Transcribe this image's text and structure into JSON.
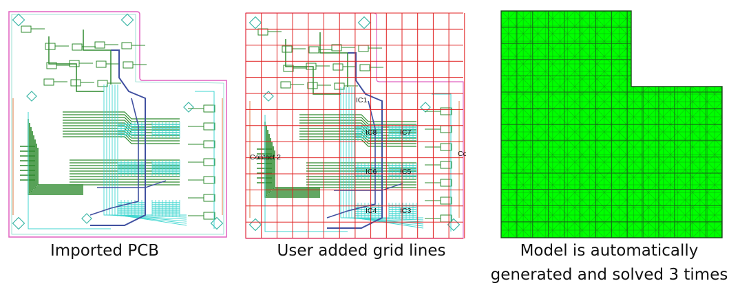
{
  "panels": [
    {
      "caption": "Imported PCB"
    },
    {
      "caption": "User added grid lines",
      "labels": {
        "ic1": "IC1",
        "ic8": "IC8",
        "ic7": "IC7",
        "ic6": "IC6",
        "ic5": "IC5",
        "ic4": "IC4",
        "ic3": "IC3",
        "contact2": "Contact 2",
        "co": "Co"
      }
    },
    {
      "caption_line1": "Model is automatically",
      "caption_line2": "generated and solved 3 times"
    }
  ],
  "colors": {
    "outline": "#e060c0",
    "trace_green": "#2e8a2e",
    "trace_cyan": "#3fd6d0",
    "trace_blue": "#4050a0",
    "grid_red": "#e02020",
    "mesh_fill": "#00ff00",
    "mesh_line": "#1a7a1a"
  }
}
